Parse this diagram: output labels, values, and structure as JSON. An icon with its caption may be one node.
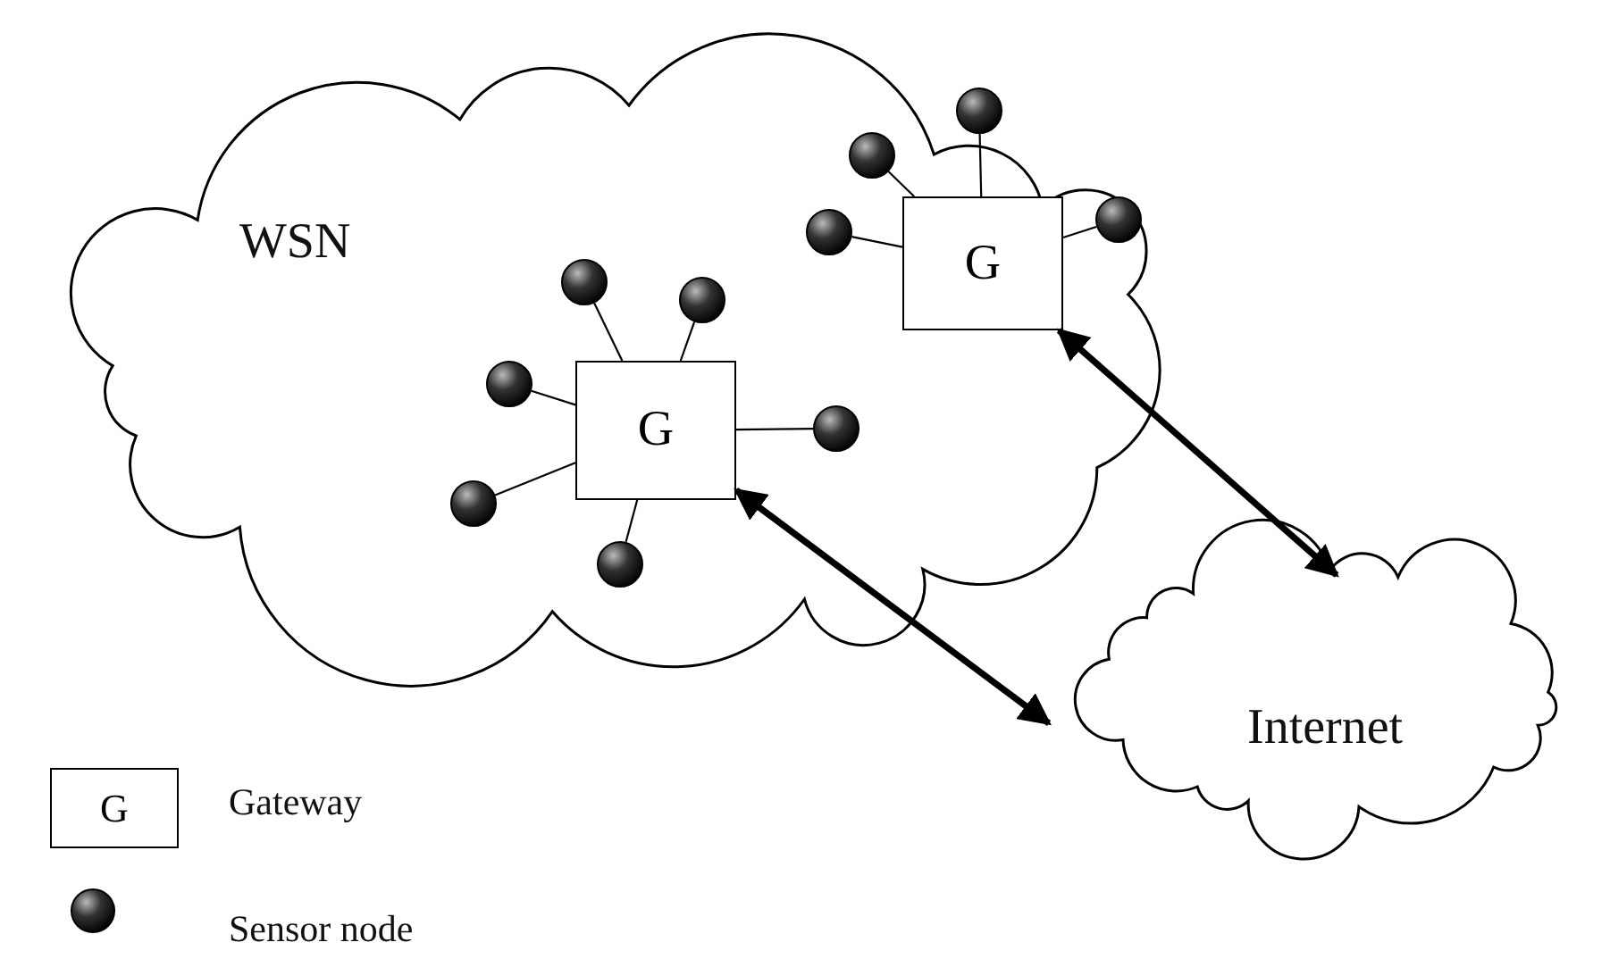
{
  "diagram": {
    "nodes": [
      {
        "text": [
          "WSN"
        ]
      },
      {
        "text": [
          "G"
        ],
        "in": 0
      },
      {
        "text": [],
        "shape": "circle",
        "in": 0
      },
      {
        "text": [],
        "shape": "circle",
        "in": 0
      },
      {
        "text": [],
        "shape": "circle",
        "in": 0
      },
      {
        "text": [],
        "shape": "circle",
        "in": 0
      },
      {
        "text": [
          "G"
        ],
        "in": 0
      },
      {
        "text": [],
        "shape": "circle",
        "in": 0
      },
      {
        "text": [],
        "shape": "circle",
        "in": 0
      },
      {
        "text": [],
        "shape": "circle",
        "in": 0
      },
      {
        "text": [],
        "shape": "circle",
        "in": 0
      },
      {
        "text": [],
        "shape": "circle",
        "in": 0
      },
      {
        "text": [],
        "shape": "circle",
        "in": 0
      },
      {
        "text": [
          "Internet"
        ]
      }
    ],
    "edges": [
      {
        "from": 2,
        "to": 1,
        "arrow": "none"
      },
      {
        "from": 3,
        "to": 1,
        "arrow": "none"
      },
      {
        "from": 4,
        "to": 1,
        "arrow": "none"
      },
      {
        "from": 5,
        "to": 1,
        "arrow": "none"
      },
      {
        "from": 7,
        "to": 6,
        "arrow": "none"
      },
      {
        "from": 8,
        "to": 6,
        "arrow": "none"
      },
      {
        "from": 9,
        "to": 6,
        "arrow": "none"
      },
      {
        "from": 10,
        "to": 6,
        "arrow": "none"
      },
      {
        "from": 11,
        "to": 6,
        "arrow": "none"
      },
      {
        "from": 12,
        "to": 6,
        "arrow": "none"
      },
      {
        "from": 1,
        "to": 13,
        "arrow": "both",
        "style": "thick"
      },
      {
        "from": 6,
        "to": 13,
        "arrow": "both",
        "style": "thick"
      }
    ],
    "labels": [
      "G"
    ],
    "legend": [
      {
        "text": "Gateway"
      },
      {
        "text": "Sensor node"
      }
    ]
  }
}
